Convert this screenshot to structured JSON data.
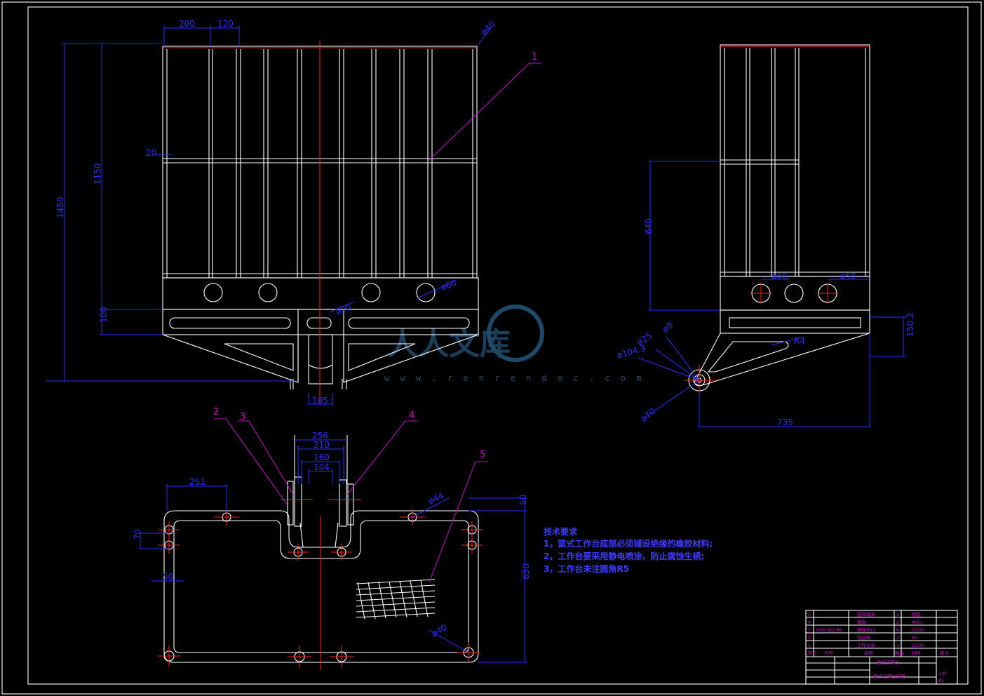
{
  "front_view": {
    "dims": [
      "200",
      "120",
      "ø40",
      "20",
      "1150",
      "1450",
      "100",
      "ø60",
      "ø20",
      "105"
    ],
    "leader_label": "1"
  },
  "side_view": {
    "dims": [
      "640",
      "ø60",
      "ø50",
      "ø25",
      "ø8",
      "ø104.3",
      "R4",
      "ø70",
      "735",
      "150.2"
    ]
  },
  "plan_view": {
    "dims": [
      "256",
      "210",
      "160",
      "104",
      "251",
      "ø44",
      "50",
      "70",
      "50",
      "650",
      "ø40"
    ],
    "leader_labels": [
      "2",
      "3",
      "4",
      "5"
    ]
  },
  "tech_notes": {
    "title": "技术要求",
    "lines": [
      "1，篮式工作台底部必须铺设绝缘的橡胶材料;",
      "2，工作台要采用静电喷涂，防止腐蚀生锈;",
      "3，工作台未注圆角R5"
    ]
  },
  "title_block": {
    "rows": [
      [
        "5",
        "",
        "旋转轴承",
        "1",
        "橡胶"
      ],
      [
        "4",
        "",
        "销轴",
        "2",
        "40Cr"
      ],
      [
        "3",
        "GB5782-86",
        "螺栓M12",
        "6",
        "Q235"
      ],
      [
        "2",
        "",
        "连接板",
        "2",
        "45"
      ],
      [
        "1",
        "",
        "工作台架",
        "1",
        "Q235"
      ]
    ],
    "header": [
      "序号",
      "代号",
      "名称",
      "数量",
      "材料",
      "备注"
    ],
    "drawing_name": "篮式工作台",
    "assembly_name": "篮式工作台装配",
    "scale": "1:8",
    "sheet": "A1"
  },
  "watermark": {
    "text": "人人文库",
    "url": "w w w . r e n r e n d o c . c o m"
  },
  "colors": {
    "background": "#000000",
    "geometry": "#ffffff",
    "dimension": "#2a2aff",
    "centerline": "#ff2020",
    "leader": "#d000d0"
  }
}
